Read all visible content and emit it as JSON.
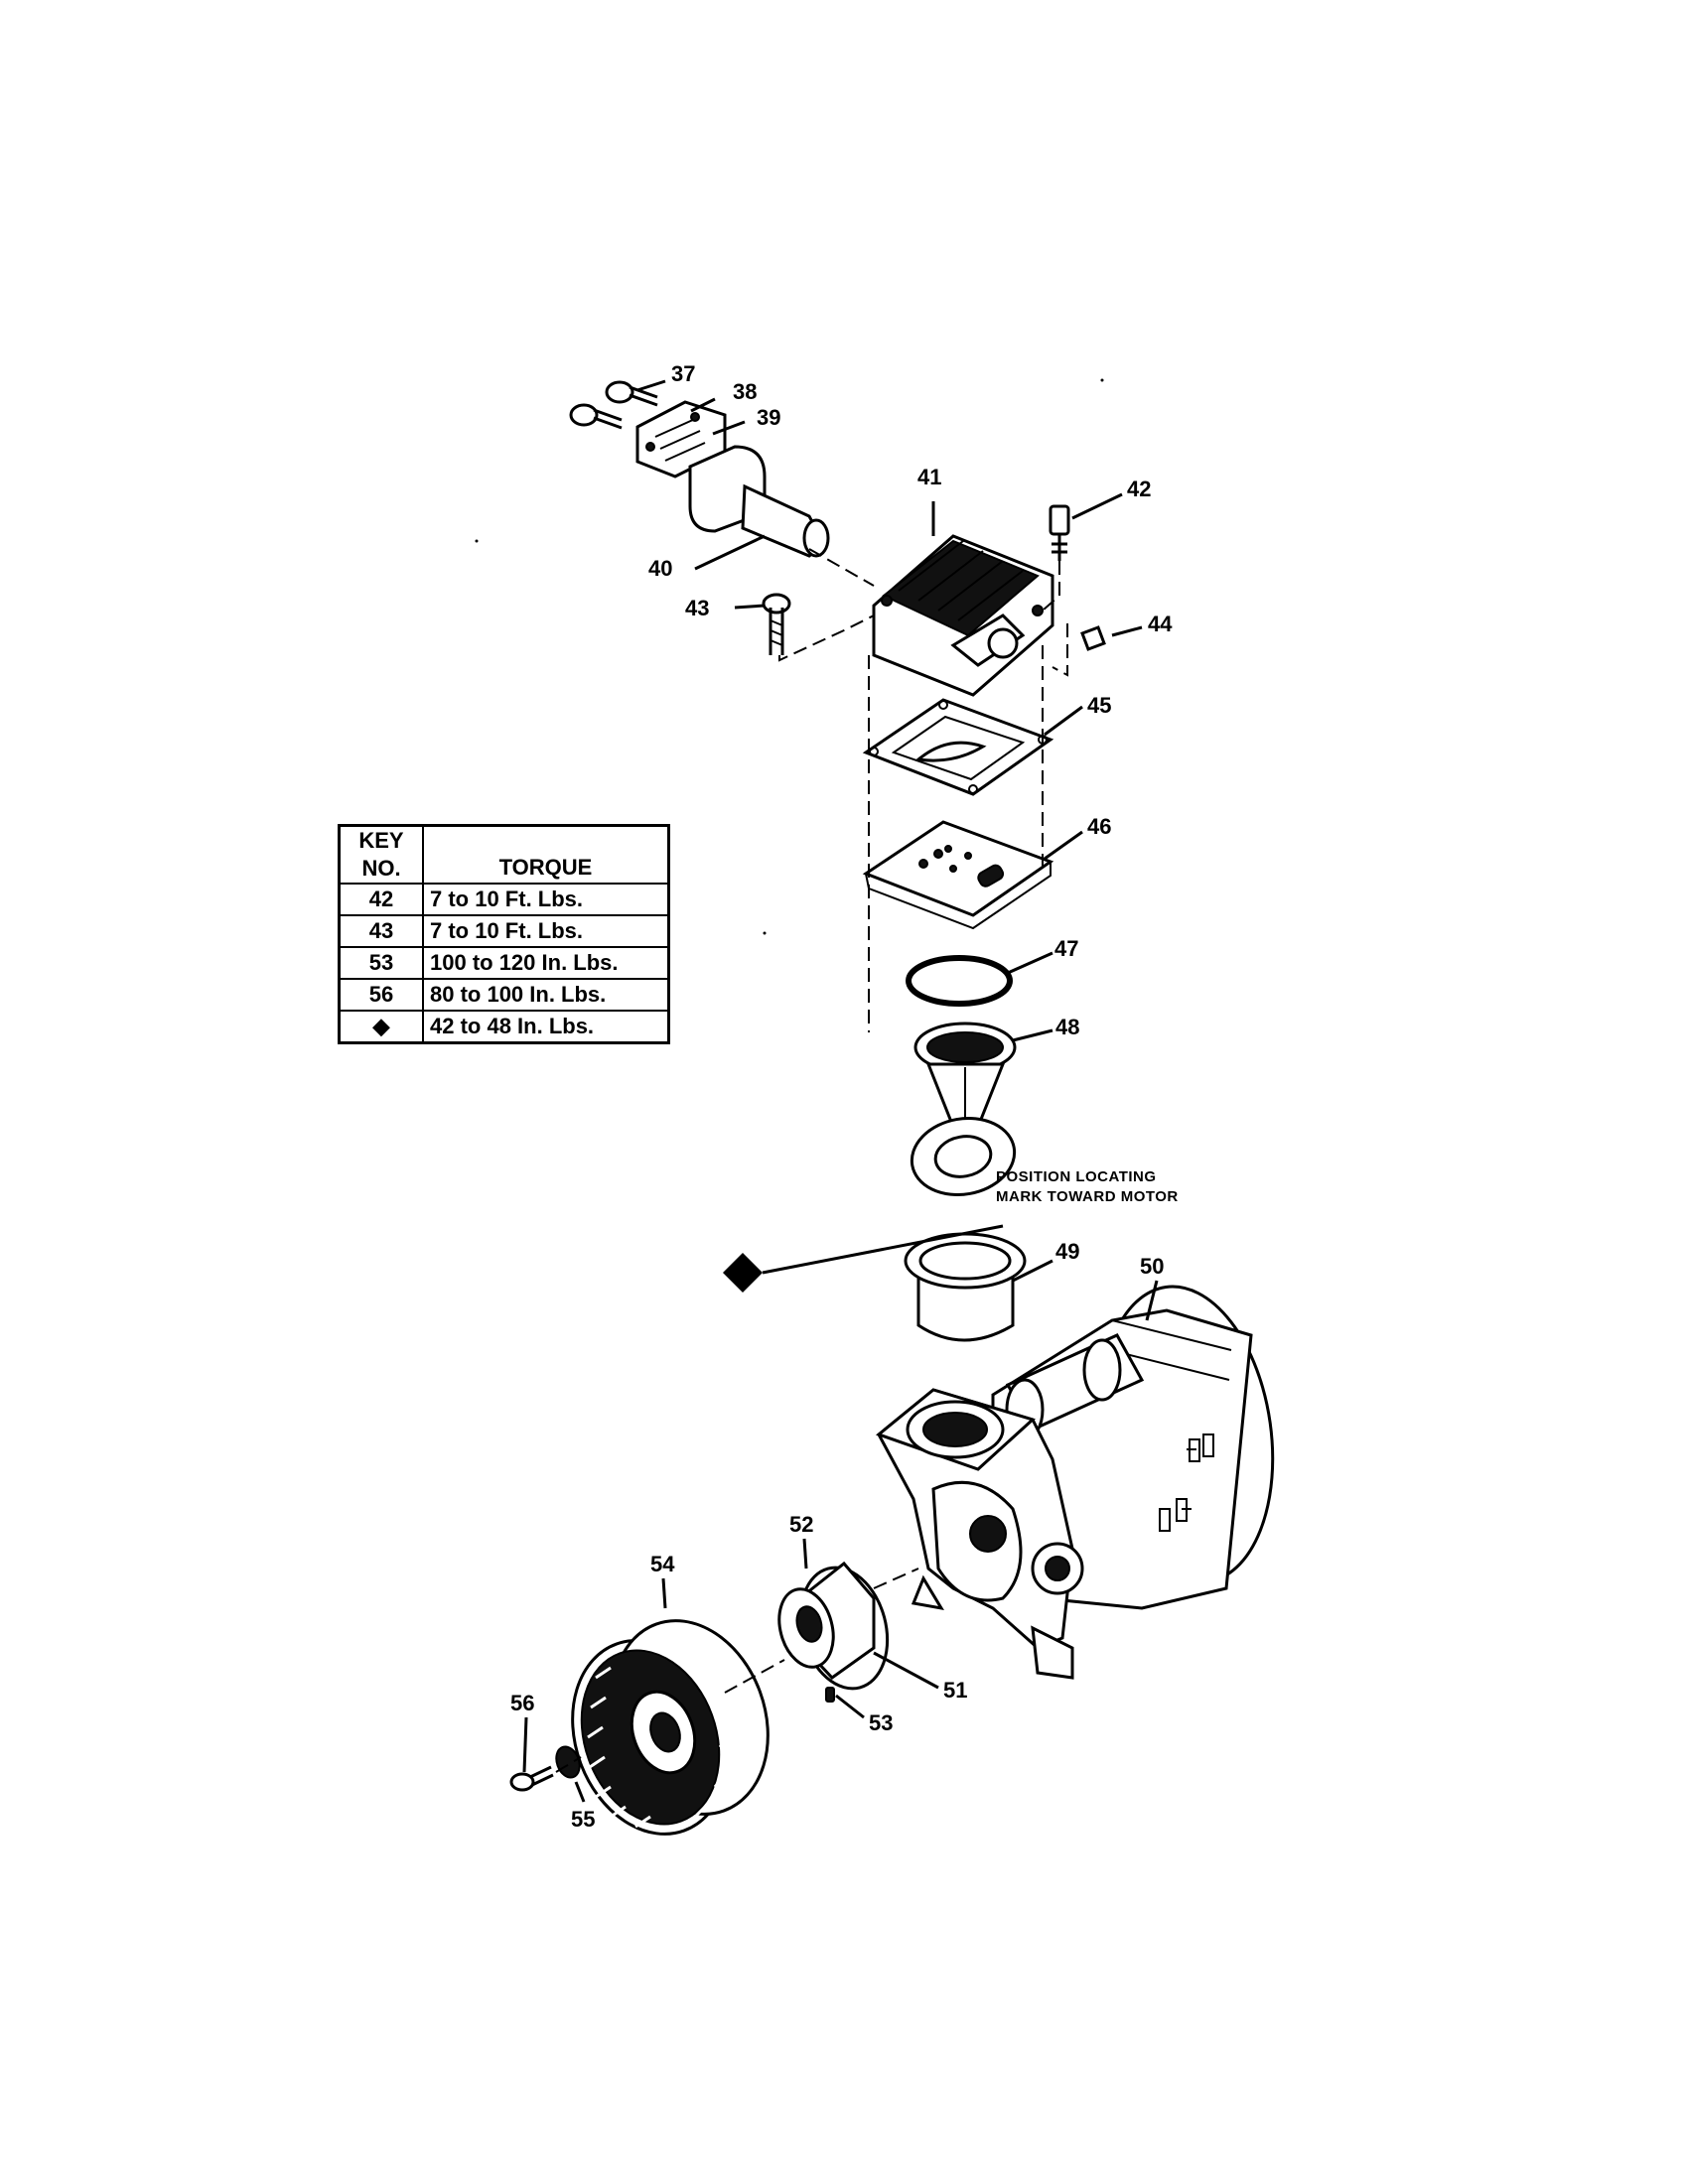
{
  "table": {
    "header_key_line1": "KEY",
    "header_key_line2": "NO.",
    "header_torque": "TORQUE",
    "rows": [
      {
        "key": "42",
        "torque": "7 to 10 Ft. Lbs."
      },
      {
        "key": "43",
        "torque": "7 to 10 Ft. Lbs."
      },
      {
        "key": "53",
        "torque": "100 to 120 In. Lbs."
      },
      {
        "key": "56",
        "torque": "80 to 100 In. Lbs."
      },
      {
        "key": "◆",
        "torque": "42 to 48 In. Lbs."
      }
    ]
  },
  "note": {
    "line1": "POSITION LOCATING",
    "line2": "MARK TOWARD MOTOR"
  },
  "callouts": {
    "c37": "37",
    "c38": "38",
    "c39": "39",
    "c40": "40",
    "c41": "41",
    "c42": "42",
    "c43": "43",
    "c44": "44",
    "c45": "45",
    "c46": "46",
    "c47": "47",
    "c48": "48",
    "c49": "49",
    "c50": "50",
    "c51": "51",
    "c52": "52",
    "c53": "53",
    "c54": "54",
    "c55": "55",
    "c56": "56"
  }
}
